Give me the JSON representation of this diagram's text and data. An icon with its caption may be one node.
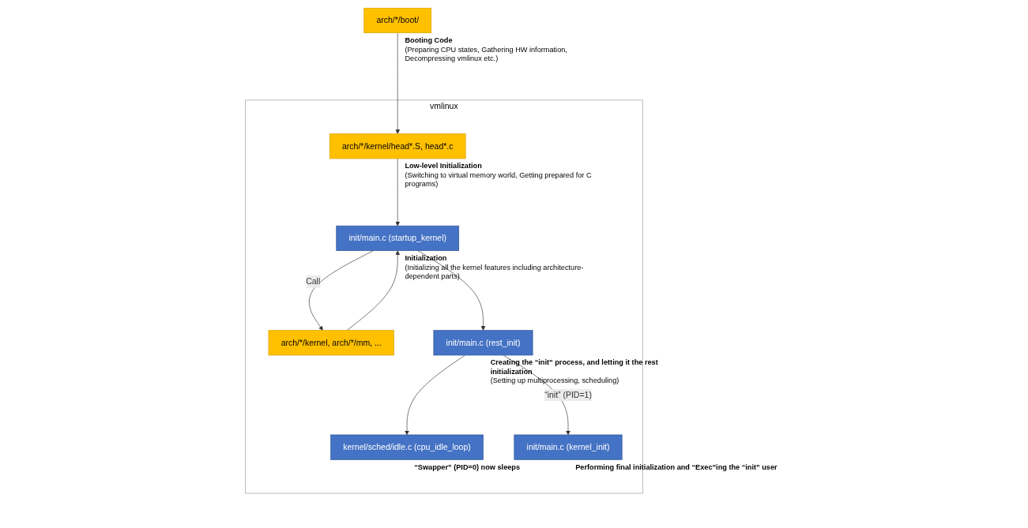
{
  "diagram": {
    "nodes": [
      {
        "text": [
          "arch/*/boot/"
        ],
        "beside": [
          "Booting Code",
          "(Preparing CPU states, Gathering HW information, Decompressing vmlinux etc.)"
        ]
      },
      {
        "text": [
          "vmlinux"
        ]
      },
      {
        "text": [
          "arch/*/kernel/head*.S, head*.c"
        ],
        "in": 1,
        "beside": [
          "Low-level Initialization",
          "(Switching to virtual memory world, Getting prepared for C programs)"
        ]
      },
      {
        "text": [
          "init/main.c (startup_kernel)"
        ],
        "in": 1,
        "beside": [
          "Initialization",
          "(Initializing all the kernel features including architecture-dependent parts)"
        ]
      },
      {
        "text": [
          "arch/*/kernel, arch/*/mm, ..."
        ],
        "in": 1
      },
      {
        "text": [
          "init/main.c (rest_init)"
        ],
        "in": 1,
        "beside": [
          "Creating the “init” process, and letting it the rest initialization",
          "(Setting up multiprocessing, scheduling)"
        ]
      },
      {
        "text": [
          "kernel/sched/idle.c (cpu_idle_loop)"
        ],
        "in": 1,
        "beside": [
          "“Swapper” (PID=0) now sleeps"
        ]
      },
      {
        "text": [
          "init/main.c (kernel_init)"
        ],
        "in": 1,
        "beside": [
          "Performing final initialization and “Exec”ing the “init” user"
        ]
      }
    ],
    "edges": [
      {
        "from": 0,
        "to": 2,
        "arrow": "to"
      },
      {
        "from": 2,
        "to": 3,
        "arrow": "to"
      },
      {
        "from": 3,
        "to": 4,
        "arrow": "to",
        "label": "Call"
      },
      {
        "from": 4,
        "to": 3,
        "arrow": "to"
      },
      {
        "from": 3,
        "to": 5,
        "arrow": "to"
      },
      {
        "from": 5,
        "to": 6,
        "arrow": "to"
      },
      {
        "from": 5,
        "to": 7,
        "arrow": "to",
        "label": "“init” (PID=1)"
      }
    ]
  }
}
